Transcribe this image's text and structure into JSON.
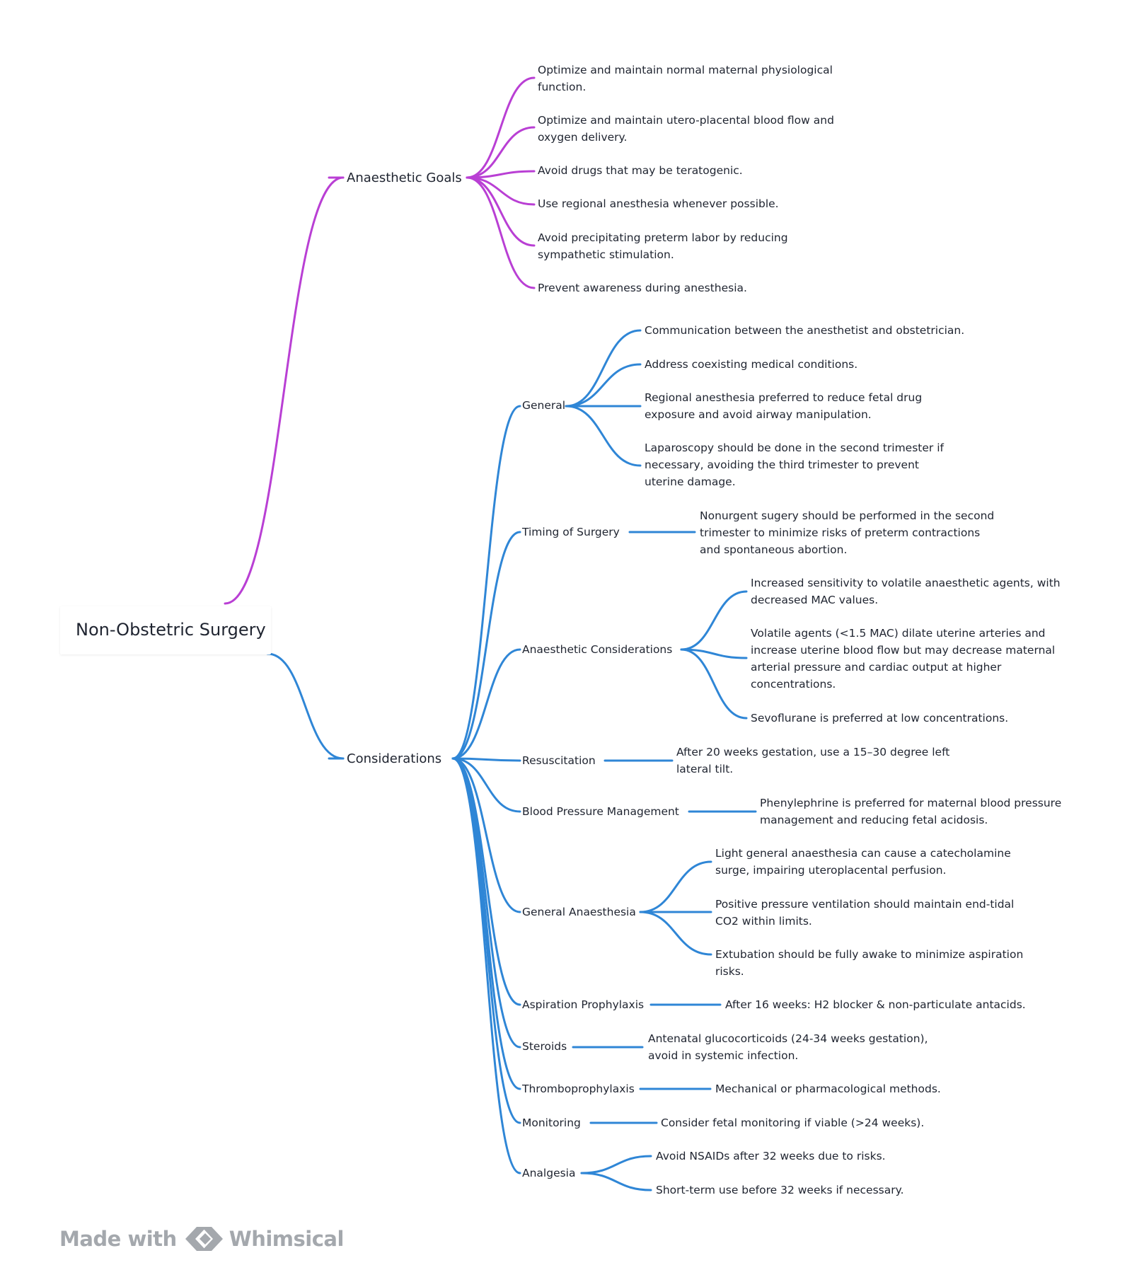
{
  "root": {
    "label": "Non-Obstetric Surgery"
  },
  "colors": {
    "goals": "#b93fd4",
    "considerations": "#2f86d6",
    "text": "#1f2430",
    "watermark": "#a4a8ad"
  },
  "branches": {
    "goals": {
      "label": "Anaesthetic Goals",
      "items": [
        "Optimize and maintain normal maternal physiological function.",
        "Optimize and maintain utero-placental blood flow and oxygen delivery.",
        "Avoid drugs that may be teratogenic.",
        "Use regional anesthesia whenever possible.",
        "Avoid precipitating preterm labor by reducing sympathetic stimulation.",
        "Prevent awareness during anesthesia."
      ]
    },
    "considerations": {
      "label": "Considerations",
      "topics": [
        {
          "label": "General",
          "items": [
            "Communication between the anesthetist and obstetrician.",
            "Address coexisting medical conditions.",
            "Regional anesthesia preferred to reduce fetal drug exposure and avoid airway manipulation.",
            "Laparoscopy should be done in the second trimester if necessary, avoiding the third trimester to prevent uterine damage."
          ]
        },
        {
          "label": "Timing of Surgery",
          "items": [
            "Nonurgent sugery should be performed in the second trimester to minimize risks of preterm contractions and spontaneous abortion."
          ]
        },
        {
          "label": "Anaesthetic Considerations",
          "items": [
            "Increased sensitivity to volatile anaesthetic agents, with decreased MAC values.",
            "Volatile agents (<1.5 MAC) dilate uterine arteries and increase uterine blood flow but may decrease maternal arterial pressure and cardiac output at higher concentrations.",
            "Sevoflurane is preferred at low concentrations."
          ]
        },
        {
          "label": "Resuscitation",
          "items": [
            "After 20 weeks gestation, use a 15–30 degree left lateral tilt."
          ]
        },
        {
          "label": "Blood Pressure Management",
          "items": [
            "Phenylephrine is preferred for maternal blood pressure management and reducing fetal acidosis."
          ]
        },
        {
          "label": "General Anaesthesia",
          "items": [
            "Light general anaesthesia can cause a catecholamine surge, impairing uteroplacental perfusion.",
            "Positive pressure ventilation should maintain end-tidal CO2 within limits.",
            "Extubation should be fully awake to minimize aspiration risks."
          ]
        },
        {
          "label": "Aspiration Prophylaxis",
          "items": [
            "After 16 weeks: H2 blocker & non-particulate antacids."
          ]
        },
        {
          "label": "Steroids",
          "items": [
            "Antenatal glucocorticoids (24-34 weeks gestation), avoid in systemic infection."
          ]
        },
        {
          "label": "Thromboprophylaxis",
          "items": [
            "Mechanical or pharmacological methods."
          ]
        },
        {
          "label": "Monitoring",
          "items": [
            "Consider fetal monitoring if viable (>24 weeks)."
          ]
        },
        {
          "label": "Analgesia",
          "items": [
            "Avoid NSAIDs after 32 weeks due to risks.",
            "Short-term use before 32 weeks if necessary."
          ]
        }
      ]
    }
  },
  "watermark": {
    "prefix": "Made with",
    "brand": "Whimsical",
    "logo_icon": "whimsical-logo-icon"
  }
}
